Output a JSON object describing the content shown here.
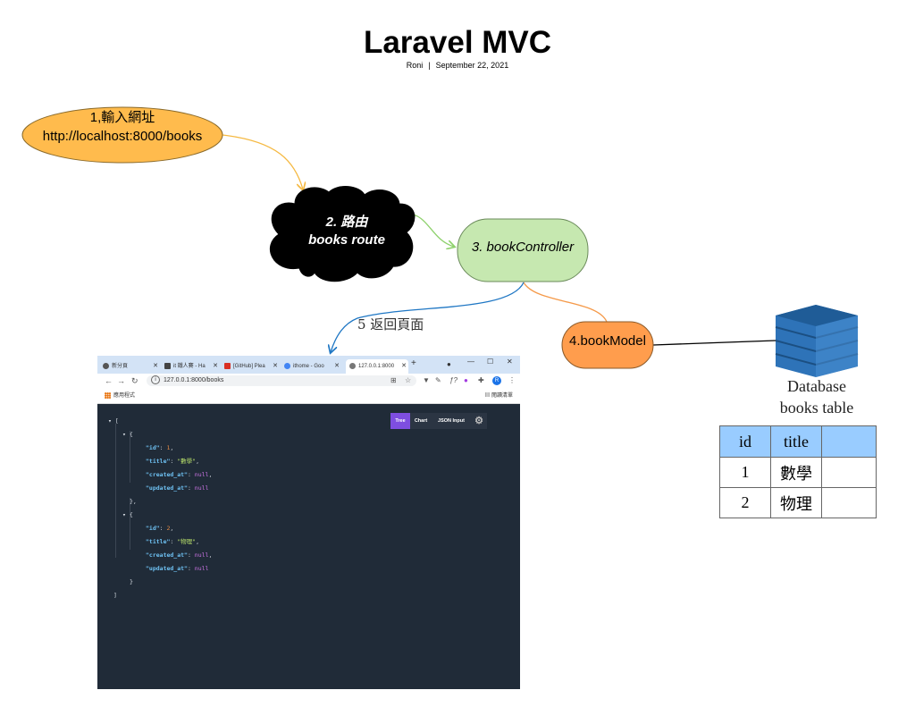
{
  "header": {
    "title": "Laravel MVC",
    "author": "Roni",
    "separator": "|",
    "date": "September 22, 2021"
  },
  "nodes": {
    "input_url": {
      "line1": "1,輸入網址",
      "line2": "http://localhost:8000/books",
      "color": "#ffbb4d"
    },
    "route": {
      "line1": "2. 路由",
      "line2": "books route",
      "color": "#000000"
    },
    "controller": {
      "label": "3. bookController",
      "color": "#c6e8b0"
    },
    "model": {
      "label": "4.bookModel",
      "color": "#ff9d4d"
    }
  },
  "edges": {
    "return_label": "5 返回頁面"
  },
  "edge_colors": {
    "e1": "#f5b942",
    "e2": "#8ed16c",
    "e3": "#f59a4a",
    "e4": "#1f77c4",
    "e5": "#000000"
  },
  "database": {
    "icon": "database-cylinder-icon",
    "caption1": "Database",
    "caption2": "books table",
    "columns": [
      "id",
      "title",
      ""
    ],
    "rows": [
      [
        "1",
        "數學",
        ""
      ],
      [
        "2",
        "物理",
        ""
      ]
    ]
  },
  "browser": {
    "tabs": [
      {
        "label": "新分頁",
        "icon": "chrome-icon"
      },
      {
        "label": "it 鐵人賽 - Ha",
        "icon": "doc-icon"
      },
      {
        "label": "[GitHub] Plea",
        "icon": "gmail-icon"
      },
      {
        "label": "ithome - Goo",
        "icon": "google-icon"
      },
      {
        "label": "127.0.0.1:8000",
        "icon": "globe-icon"
      }
    ],
    "new_tab": "+",
    "url": "127.0.0.1:8000/books",
    "bookmarks": {
      "apps": "應用程式",
      "reading_list": "閱讀清單"
    },
    "viewer_tabs": [
      "Tree",
      "Chart",
      "JSON Input"
    ],
    "viewer_accent": "#7e4ee0",
    "json": {
      "open_arr": "[",
      "open_obj": "{",
      "close_obj_c": "},",
      "close_obj": "}",
      "close_arr": "]",
      "records": [
        {
          "id_k": "\"id\"",
          "id_v": "1",
          "title_k": "\"title\"",
          "title_v": "\"數學\"",
          "created_k": "\"created_at\"",
          "created_v": "null",
          "updated_k": "\"updated_at\"",
          "updated_v": "null"
        },
        {
          "id_k": "\"id\"",
          "id_v": "2",
          "title_k": "\"title\"",
          "title_v": "\"物理\"",
          "created_k": "\"created_at\"",
          "created_v": "null",
          "updated_k": "\"updated_at\"",
          "updated_v": "null"
        }
      ]
    }
  }
}
